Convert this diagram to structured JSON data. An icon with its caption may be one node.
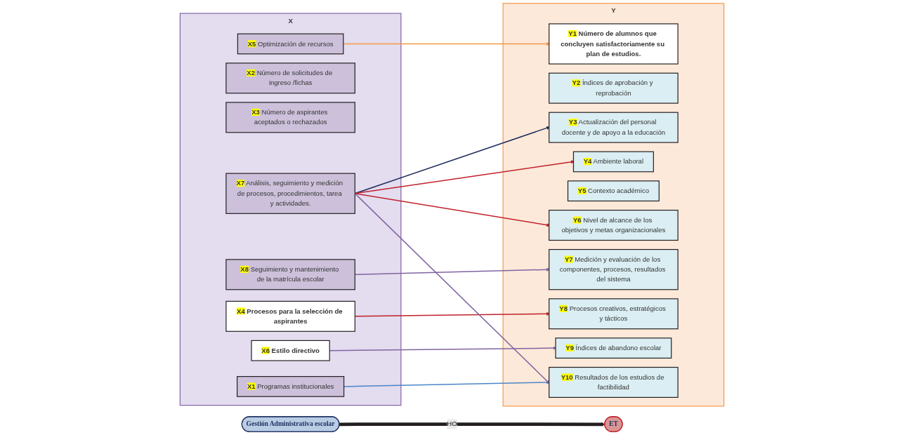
{
  "diagram": {
    "nodes": [
      {
        "text": [
          "X"
        ]
      },
      {
        "text": [
          "X1",
          "Programas institucionales"
        ],
        "in": 0
      },
      {
        "text": [
          "X2",
          "Número de solicitudes de ingreso /fichas"
        ],
        "in": 0
      },
      {
        "text": [
          "X3",
          "Número de aspirantes aceptados o rechazados"
        ],
        "in": 0
      },
      {
        "text": [
          "X4",
          "Procesos para la selección de aspirantes"
        ],
        "in": 0
      },
      {
        "text": [
          "X5",
          "Optimización de recursos"
        ],
        "in": 0
      },
      {
        "text": [
          "X6",
          "Estilo directivo"
        ],
        "in": 0
      },
      {
        "text": [
          "X7",
          "Análisis, seguimiento y medición de procesos, procedimientos, tarea y actividades."
        ],
        "in": 0
      },
      {
        "text": [
          "X8",
          "Seguimiento y mantenimiento de la matrícula escolar"
        ],
        "in": 0
      },
      {
        "text": [
          "Gestión Administrativa escolar"
        ]
      },
      {
        "text": [
          "ET"
        ]
      },
      {
        "text": [
          "Y"
        ]
      },
      {
        "text": [
          "Y1",
          "Número de alumnos que concluyen satisfactoriamente su plan de estudios."
        ],
        "in": 11
      },
      {
        "text": [
          "Y2",
          "Índices de aprobación y reprobación"
        ],
        "in": 11
      },
      {
        "text": [
          "Y3",
          "Actualización del personal docente y de apoyo a la educación"
        ],
        "in": 11
      },
      {
        "text": [
          "Y4",
          "Ambiente laboral"
        ],
        "in": 11
      },
      {
        "text": [
          "Y5",
          "Contexto académico"
        ],
        "in": 11
      },
      {
        "text": [
          "Y6",
          "Nivel de alcance de los objetivos y metas organizacionales"
        ],
        "in": 11
      },
      {
        "text": [
          "Y7",
          "Medición y evaluación de los componentes, procesos, resultados del sistema"
        ],
        "in": 11
      },
      {
        "text": [
          "Y8",
          "Procesos creativos, estratégicos y tácticos"
        ],
        "in": 11
      },
      {
        "text": [
          "Y9",
          "Índices de abandono escolar"
        ],
        "in": 11
      },
      {
        "text": [
          "Y10",
          "Resultados de los estudios de factibilidad"
        ],
        "in": 11
      }
    ],
    "edges": [
      {
        "from": 9,
        "to": 10,
        "arrow": "to",
        "label": "HO",
        "style": "thick",
        "color": "#231f20"
      },
      {
        "from": 1,
        "to": 21,
        "arrow": "to",
        "color": "#4a86c6"
      },
      {
        "from": 5,
        "to": 12,
        "arrow": "to",
        "color": "#f79646"
      },
      {
        "from": 7,
        "to": 14,
        "arrow": "to",
        "color": "#1f2d5e"
      },
      {
        "from": 4,
        "to": 19,
        "arrow": "to",
        "color": "#c0202a"
      },
      {
        "from": 7,
        "to": 15,
        "arrow": "to",
        "color": "#c0202a"
      },
      {
        "from": 7,
        "to": 17,
        "arrow": "to",
        "color": "#c0202a"
      },
      {
        "from": 6,
        "to": 20,
        "arrow": "to",
        "color": "#8064a2"
      },
      {
        "from": 7,
        "to": 21,
        "arrow": "to",
        "color": "#8064a2"
      },
      {
        "from": 8,
        "to": 18,
        "arrow": "to",
        "color": "#8064a2"
      }
    ]
  }
}
